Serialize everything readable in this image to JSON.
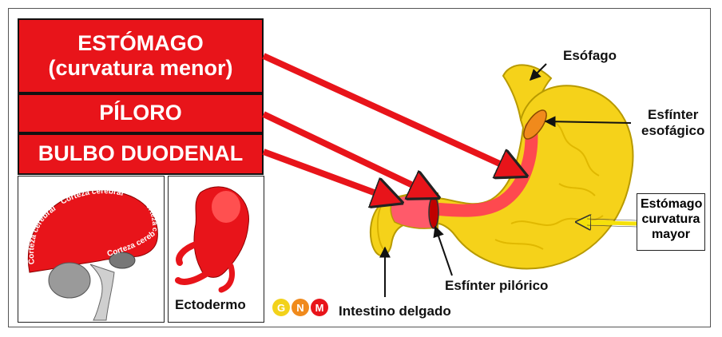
{
  "labels": {
    "stomach_lesser": [
      "ESTÓMAGO",
      "(curvatura menor)"
    ],
    "pylorus": "PÍLORO",
    "duodenal_bulb": "BULBO DUODENAL",
    "esophagus": "Esófago",
    "esophageal_sphincter": [
      "Esfínter",
      "esofágico"
    ],
    "stomach_greater": [
      "Estómago",
      "curvatura",
      "mayor"
    ],
    "pyloric_sphincter": "Esfínter pilórico",
    "small_intestine": "Intestino delgado",
    "ectoderm": "Ectodermo",
    "cortex_1": "Corteza cerebral",
    "cortex_2": "Corteza cerebral",
    "cortex_3": "Corteza cerebral",
    "cortex_4": "Corteza cerebral"
  },
  "logo": {
    "letters": [
      "G",
      "N",
      "M"
    ]
  },
  "colors": {
    "red": "#e8141a",
    "stomach_yellow": "#f5d21a",
    "stomach_outline": "#b89a00",
    "highlight_red": "#ff3a55",
    "sphincter_orange": "#f08a1c",
    "logo_g": "#f2d21a",
    "logo_n": "#f08a1c",
    "logo_m": "#e8141a"
  }
}
